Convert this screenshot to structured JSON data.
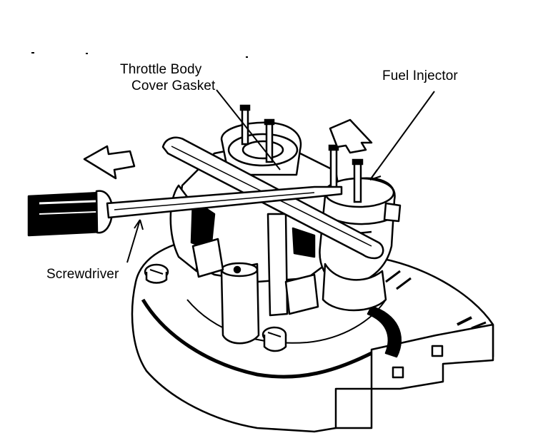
{
  "labels": {
    "throttle_body_line1": "Throttle Body",
    "throttle_body_line2": "Cover Gasket",
    "fuel_injector": "Fuel Injector",
    "screwdriver": "Screwdriver"
  },
  "colors": {
    "ink": "#000000",
    "paper": "#ffffff"
  }
}
